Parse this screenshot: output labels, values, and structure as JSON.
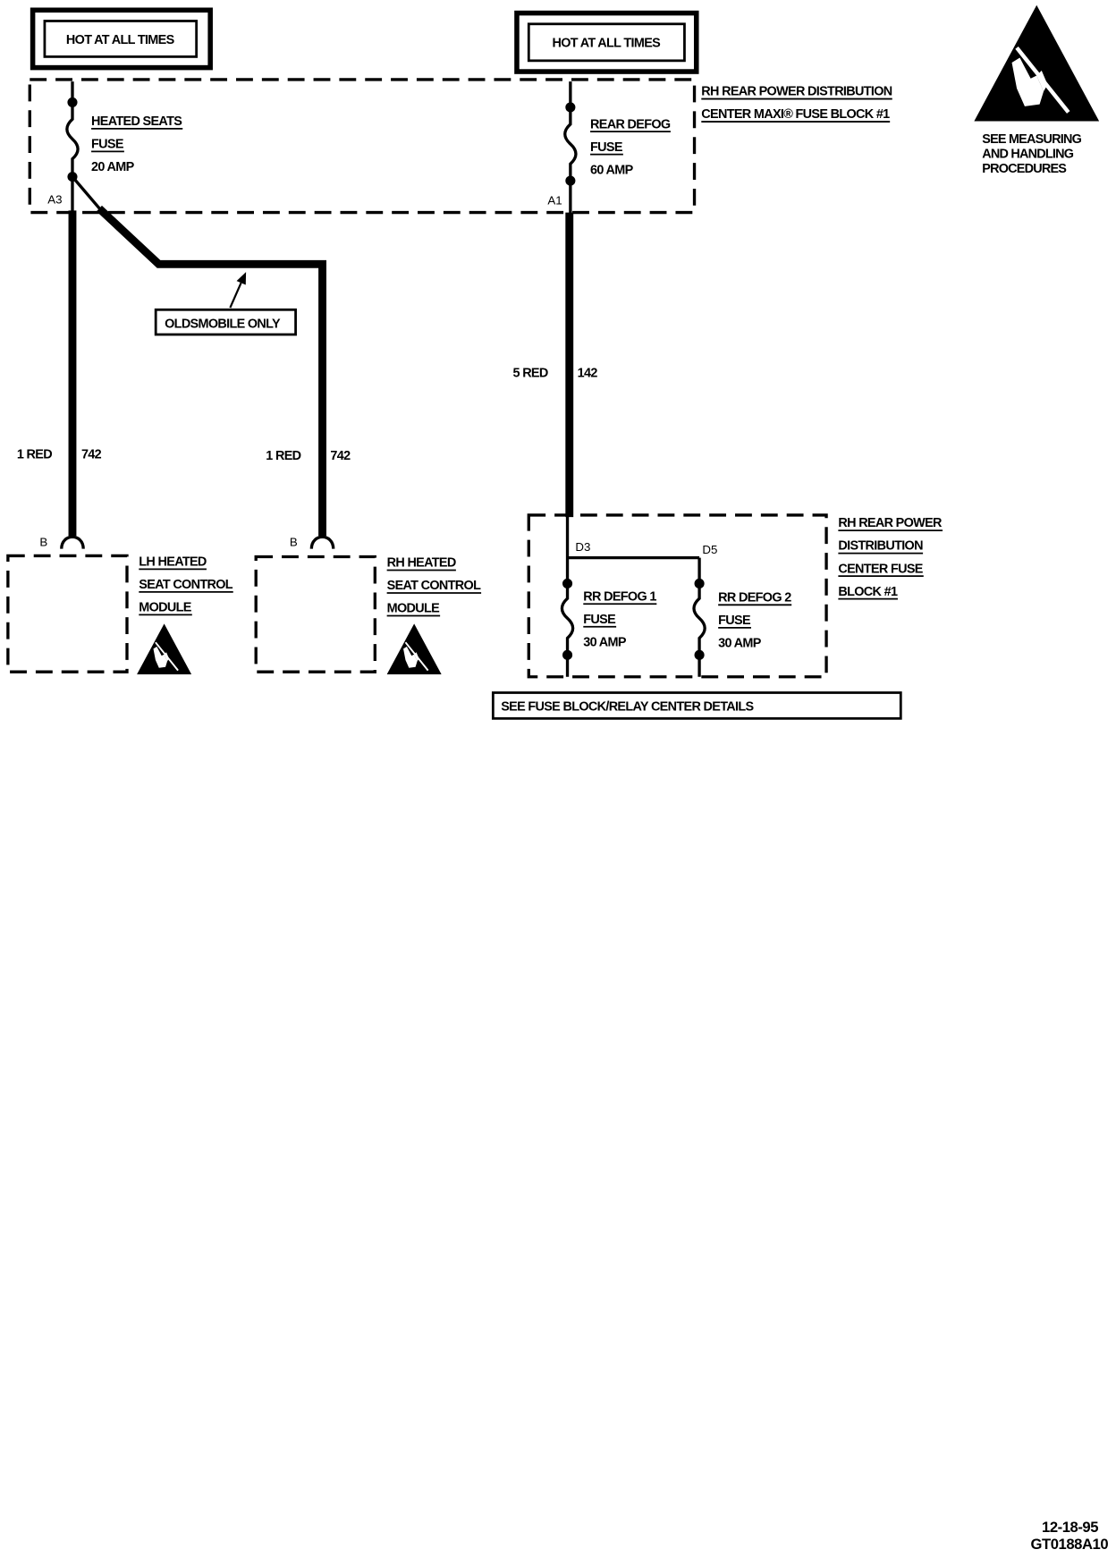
{
  "colors": {
    "ink": "#000000",
    "paper": "#ffffff"
  },
  "icons": {
    "fuse": "fuse-icon",
    "esd": "esd-sensitive-icon",
    "connector": "connector-terminal-icon",
    "splice": "splice-dot-icon"
  },
  "power_sources": [
    {
      "label": "HOT AT ALL TIMES"
    },
    {
      "label": "HOT AT ALL TIMES"
    }
  ],
  "maxi_fuse_block": {
    "name": [
      "RH REAR POWER DISTRIBUTION",
      "CENTER MAXI® FUSE BLOCK #1"
    ],
    "fuses": [
      {
        "name": "HEATED SEATS",
        "type": "FUSE",
        "rating": "20 AMP",
        "terminal": "A3"
      },
      {
        "name": "REAR DEFOG",
        "type": "FUSE",
        "rating": "60 AMP",
        "terminal": "A1"
      }
    ]
  },
  "oldsmobile_note": "OLDSMOBILE ONLY",
  "wires": [
    {
      "color": "1 RED",
      "circuit": "742"
    },
    {
      "color": "1 RED",
      "circuit": "742"
    },
    {
      "color": "5 RED",
      "circuit": "142"
    }
  ],
  "modules": [
    {
      "connector": "B",
      "name": [
        "LH HEATED",
        "SEAT CONTROL",
        "MODULE"
      ]
    },
    {
      "connector": "B",
      "name": [
        "RH HEATED",
        "SEAT CONTROL",
        "MODULE"
      ]
    }
  ],
  "fuse_block": {
    "name": [
      "RH REAR POWER",
      "DISTRIBUTION",
      "CENTER FUSE",
      "BLOCK #1"
    ],
    "fuses": [
      {
        "terminal": "D3",
        "name": "RR DEFOG 1",
        "type": "FUSE",
        "rating": "30 AMP"
      },
      {
        "terminal": "D5",
        "name": "RR DEFOG 2",
        "type": "FUSE",
        "rating": "30 AMP"
      }
    ],
    "note": "SEE FUSE BLOCK/RELAY CENTER DETAILS"
  },
  "esd_notice": [
    "SEE MEASURING",
    "AND HANDLING",
    "PROCEDURES"
  ],
  "footer": {
    "date": "12-18-95",
    "code": "GT0188A10"
  }
}
